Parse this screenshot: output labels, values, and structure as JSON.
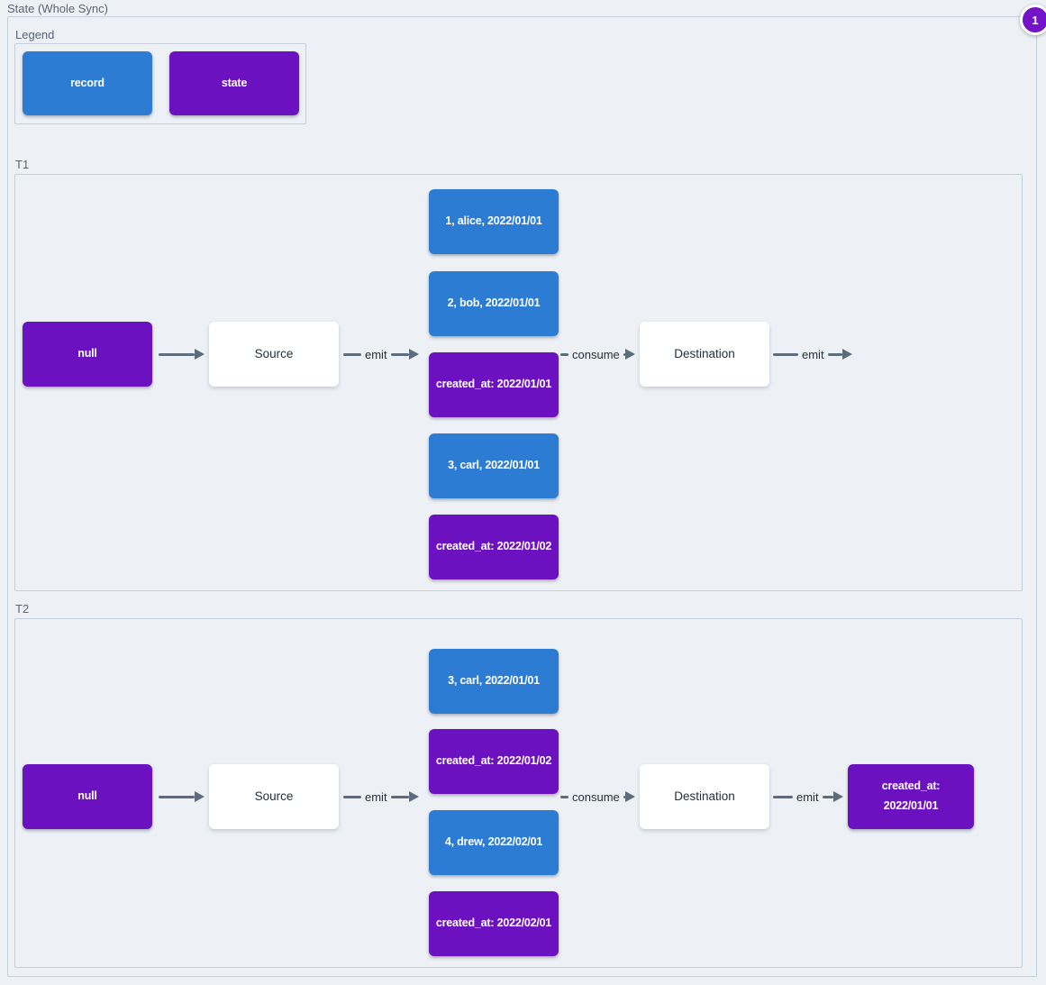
{
  "page": {
    "title": "State (Whole Sync)",
    "badge": "1"
  },
  "colors": {
    "record": "#2d7cd4",
    "state": "#6c11bf",
    "badge": "#7414c9"
  },
  "legend": {
    "title": "Legend",
    "items": [
      {
        "label": "record",
        "type": "record"
      },
      {
        "label": "state",
        "type": "state"
      }
    ]
  },
  "sections": [
    {
      "label": "T1",
      "null_node": "null",
      "source": "Source",
      "destination": "Destination",
      "emit_label": "emit",
      "consume_label": "consume",
      "emit_out_label": "emit",
      "stack": [
        {
          "text": "1, alice, 2022/01/01",
          "type": "record"
        },
        {
          "text": "2, bob, 2022/01/01",
          "type": "record"
        },
        {
          "text": "created_at: 2022/01/01",
          "type": "state"
        },
        {
          "text": "3, carl, 2022/01/01",
          "type": "record"
        },
        {
          "text": "created_at: 2022/01/02",
          "type": "state"
        }
      ]
    },
    {
      "label": "T2",
      "null_node": "null",
      "source": "Source",
      "destination": "Destination",
      "emit_label": "emit",
      "consume_label": "consume",
      "emit_out_label": "emit",
      "stack": [
        {
          "text": "3, carl, 2022/01/01",
          "type": "record"
        },
        {
          "text": "created_at: 2022/01/02",
          "type": "state"
        },
        {
          "text": "4, drew, 2022/02/01",
          "type": "record"
        },
        {
          "text": "created_at: 2022/02/01",
          "type": "state"
        }
      ],
      "output": {
        "text": "created_at: 2022/01/01",
        "type": "state"
      }
    }
  ]
}
